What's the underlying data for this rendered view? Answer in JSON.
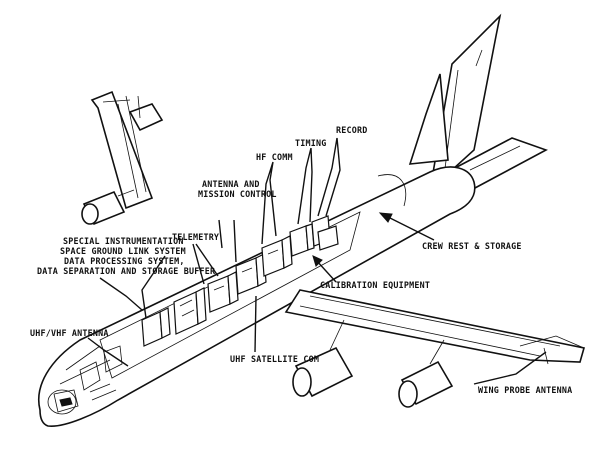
{
  "labels": {
    "record": "RECORD",
    "timing": "TIMING",
    "hf_comm": "HF COMM",
    "antenna_mission_1": "ANTENNA AND",
    "antenna_mission_2": "MISSION CONTROL",
    "telemetry": "TELEMETRY",
    "special_1": "SPECIAL INSTRUMENTATION",
    "special_2": "SPACE GROUND LINK SYSTEM",
    "special_3": "DATA PROCESSING SYSTEM,",
    "special_4": "DATA SEPARATION AND STORAGE BUFFER",
    "crew_rest": "CREW REST & STORAGE",
    "calibration": "CALIBRATION EQUIPMENT",
    "uhf_vhf": "UHF/VHF ANTENNA",
    "uhf_satellite": "UHF SATELLITE COM",
    "wing_probe": "WING PROBE ANTENNA"
  }
}
